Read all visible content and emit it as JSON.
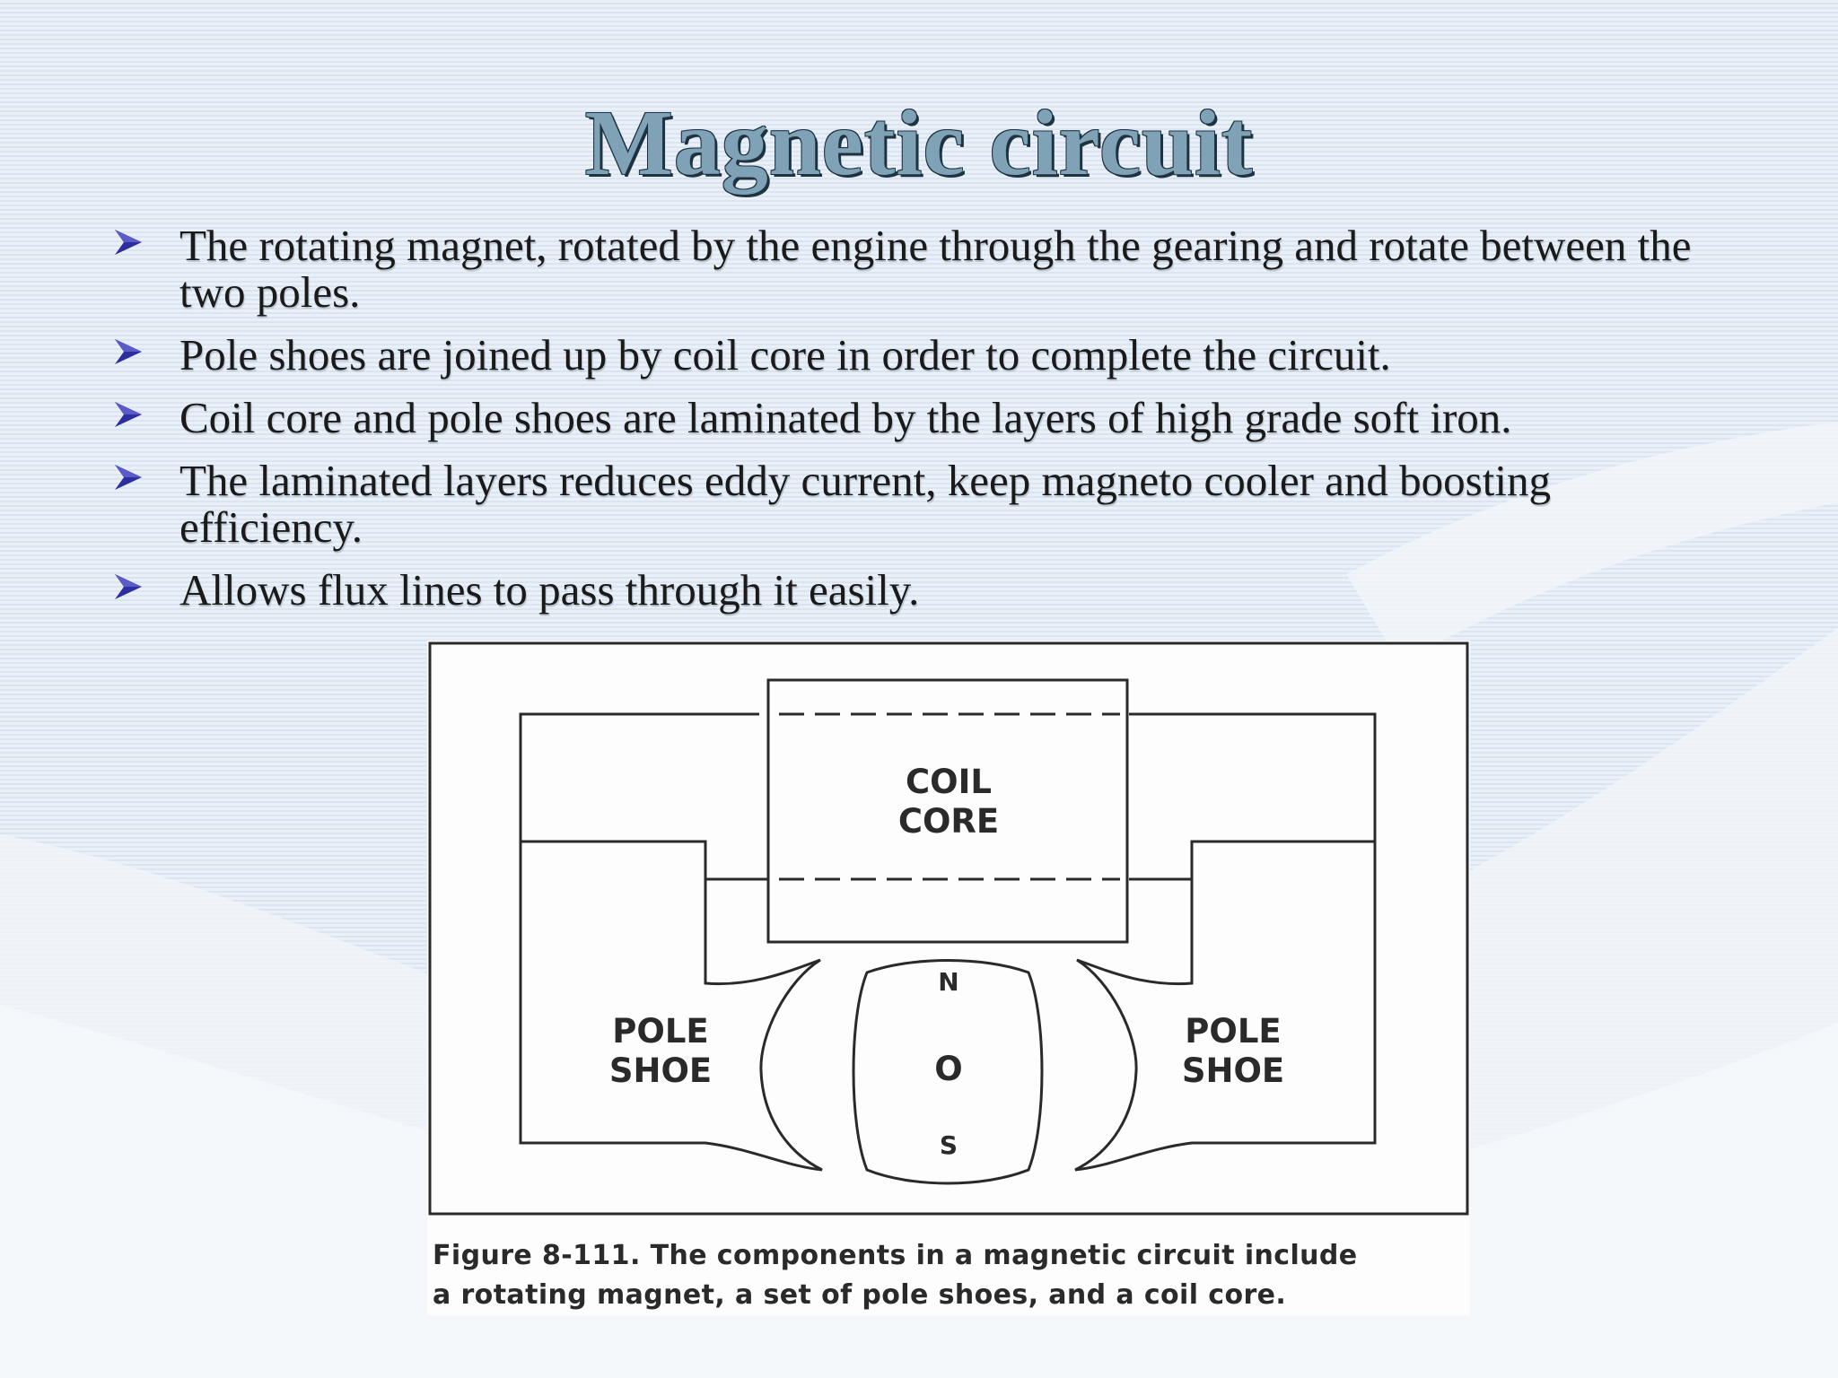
{
  "slide": {
    "title": "Magnetic circuit",
    "bullets": [
      {
        "text": "The rotating magnet, rotated by the engine through the gearing and rotate between the two poles."
      },
      {
        "text": "Pole shoes are joined up by coil core in order to complete the circuit."
      },
      {
        "text": "Coil core and pole shoes are laminated by the layers of high grade soft iron."
      },
      {
        "text": "The laminated layers reduces eddy current, keep magneto cooler and boosting efficiency."
      },
      {
        "text": "Allows flux lines to pass through it easily."
      }
    ],
    "bullet_icon": "arrowhead-bullet-icon"
  },
  "figure": {
    "labels": {
      "coil_line1": "COIL",
      "coil_line2": "CORE",
      "left_pole_line1": "POLE",
      "left_pole_line2": "SHOE",
      "right_pole_line1": "POLE",
      "right_pole_line2": "SHOE",
      "north": "N",
      "center": "O",
      "south": "S"
    },
    "caption_line1": "Figure 8-111. The components in a magnetic circuit include",
    "caption_line2": "a rotating magnet, a set of pole shoes, and a coil core."
  },
  "colors": {
    "title": "#7fa2b6",
    "bullet_icon": "#2e2e9e",
    "background": "#e4ecf5"
  }
}
